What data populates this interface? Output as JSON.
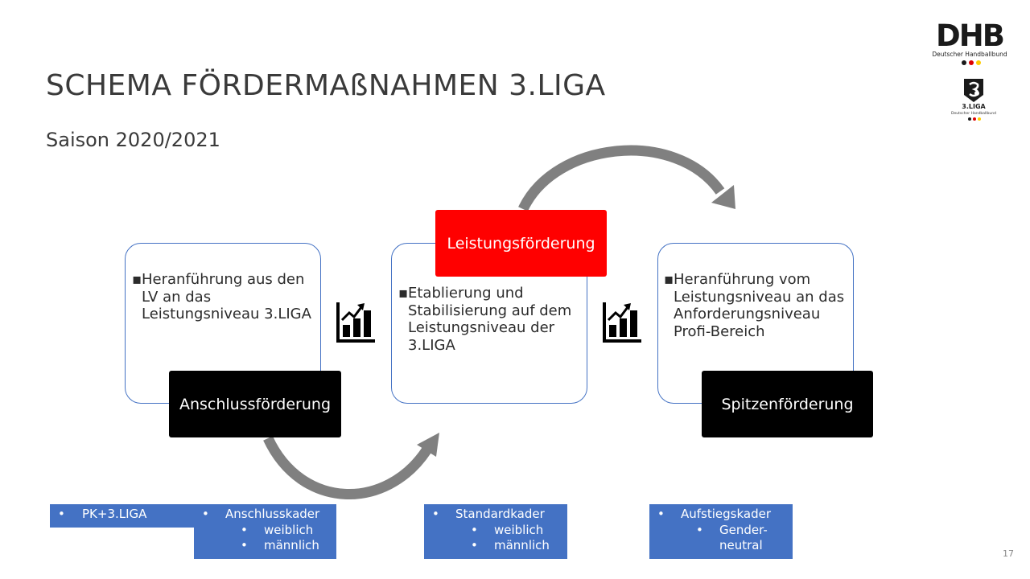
{
  "slide": {
    "title": "SCHEMA FÖRDERMAßNAHMEN 3.LIGA",
    "subtitle": "Saison 2020/2021",
    "page_number": "17"
  },
  "logos": {
    "dhb": {
      "wordmark": "DHB",
      "caption": "Deutscher Handballbund"
    },
    "liga": {
      "label": "3.LIGA",
      "caption": "Deutscher Handballbund"
    },
    "flag_colors": [
      "#1a1a1a",
      "#dd0000",
      "#ffcc00"
    ]
  },
  "stages": [
    {
      "label": "Anschlussförderung",
      "bullet": "▪",
      "text": "Heranführung aus den LV an das Leistungsniveau 3.LIGA",
      "label_color": "#000000"
    },
    {
      "label": "Leistungsförderung",
      "bullet": "▪",
      "text": "Etablierung und Stabilisierung auf dem Leistungsniveau der 3.LIGA",
      "label_color": "#ff0000"
    },
    {
      "label": "Spitzenförderung",
      "bullet": "▪",
      "text": "Heranführung vom Leistungsniveau an das Anforderungsniveau Profi-Bereich",
      "label_color": "#000000"
    }
  ],
  "icons": [
    "growth-chart-icon",
    "growth-chart-icon",
    "curved-arrow-icon"
  ],
  "kader": {
    "pk": {
      "bullet": "•",
      "label": "PK+3.LIGA"
    },
    "anschluss": {
      "bullet": "•",
      "label": "Anschlusskader",
      "sub_bullet": "•",
      "subs": [
        "weiblich",
        "männlich"
      ]
    },
    "standard": {
      "bullet": "•",
      "label": "Standardkader",
      "sub_bullet": "•",
      "subs": [
        "weiblich",
        "männlich"
      ]
    },
    "aufstieg": {
      "bullet": "•",
      "label": "Aufstiegskader",
      "sub_bullet": "•",
      "subs": [
        "Gender-",
        "neutral"
      ]
    }
  },
  "colors": {
    "card_border": "#4472c4",
    "kader_fill": "#4472c4",
    "arrow": "#808080",
    "text": "#3a3a3a"
  }
}
